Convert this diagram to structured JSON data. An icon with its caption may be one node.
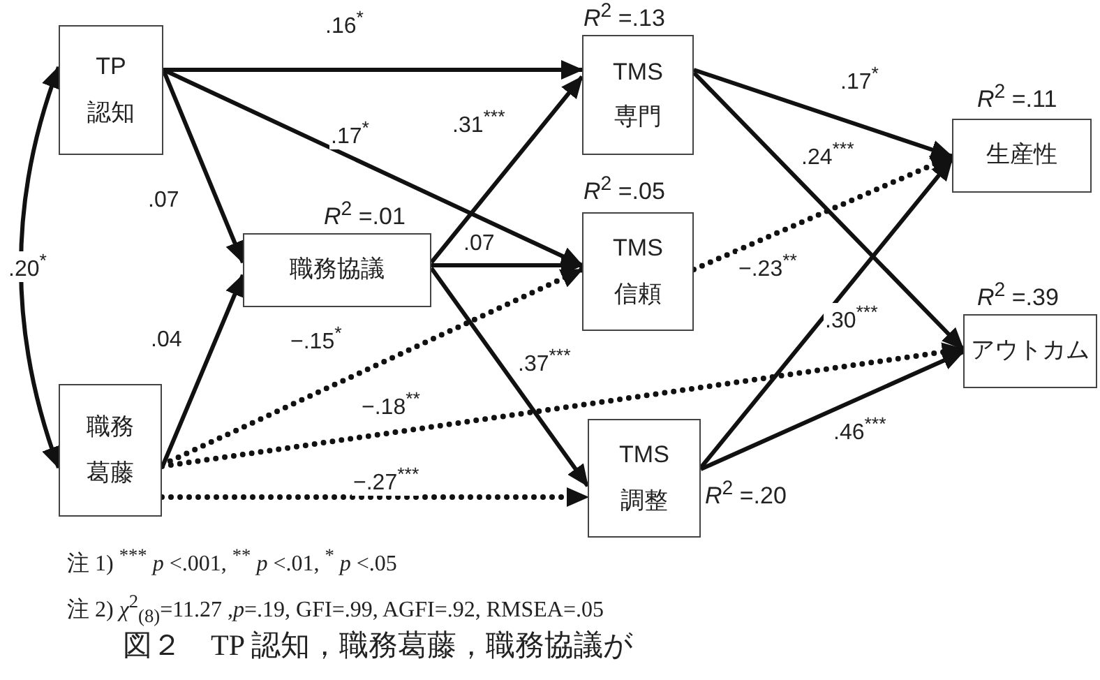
{
  "diagram": {
    "caption": "図２　TP 認知，職務葛藤，職務協議が",
    "nodes": [
      {
        "text": [
          "TP 認知"
        ]
      },
      {
        "text": [
          "職務葛藤"
        ]
      },
      {
        "text": [
          "職務協議"
        ],
        "beside": [
          "*R*$^{2}$ =.01"
        ]
      },
      {
        "text": [
          "TMS 専門"
        ],
        "beside": [
          "*R*$^{2}$ =.13"
        ]
      },
      {
        "text": [
          "TMS 信頼"
        ],
        "beside": [
          "*R*$^{2}$ =.05"
        ]
      },
      {
        "text": [
          "TMS 調整"
        ],
        "beside": [
          "*R*$^{2}$ =.20"
        ]
      },
      {
        "text": [
          "生産性"
        ],
        "beside": [
          "*R*$^{2}$ =.11"
        ]
      },
      {
        "text": [
          "アウトカム"
        ],
        "beside": [
          "*R*$^{2}$ =.39"
        ]
      }
    ],
    "edges": [
      {
        "from": 0,
        "to": 1,
        "arrow": "both",
        "label": ".20$^{*}$"
      },
      {
        "from": 0,
        "to": 3,
        "arrow": "to",
        "label": ".16$^{*}$"
      },
      {
        "from": 0,
        "to": 4,
        "arrow": "to",
        "label": ".17$^{*}$"
      },
      {
        "from": 0,
        "to": 2,
        "arrow": "to",
        "label": ".07"
      },
      {
        "from": 1,
        "to": 2,
        "arrow": "to",
        "label": ".04"
      },
      {
        "from": 2,
        "to": 3,
        "arrow": "to",
        "label": ".31$^{***}$"
      },
      {
        "from": 2,
        "to": 4,
        "arrow": "to",
        "label": ".07"
      },
      {
        "from": 2,
        "to": 5,
        "arrow": "to",
        "label": ".37$^{***}$"
      },
      {
        "from": 1,
        "to": 4,
        "arrow": "to",
        "label": "−.15$^{*}$",
        "style": "dashed"
      },
      {
        "from": 1,
        "to": 7,
        "arrow": "to",
        "label": "−.18$^{**}$",
        "style": "dashed"
      },
      {
        "from": 1,
        "to": 5,
        "arrow": "to",
        "label": "−.27$^{***}$",
        "style": "dashed"
      },
      {
        "from": 3,
        "to": 6,
        "arrow": "to",
        "label": ".17$^{*}$"
      },
      {
        "from": 3,
        "to": 7,
        "arrow": "to",
        "label": ".24$^{***}$"
      },
      {
        "from": 4,
        "to": 6,
        "arrow": "to",
        "label": "−.23$^{**}$",
        "style": "dashed"
      },
      {
        "from": 5,
        "to": 6,
        "arrow": "to",
        "label": ".30$^{***}$"
      },
      {
        "from": 5,
        "to": 7,
        "arrow": "to",
        "label": ".46$^{***}$"
      }
    ],
    "labels": [
      "注 1) $^{***}$ *p* <.001, $^{**}$ *p* <.01, $^{*}$ *p* <.05",
      "注 2) *χ*$^{2}$$_{(8)}$=11.27 ,*p*=.19, GFI=.99, AGFI=.92, RMSEA=.05"
    ]
  }
}
